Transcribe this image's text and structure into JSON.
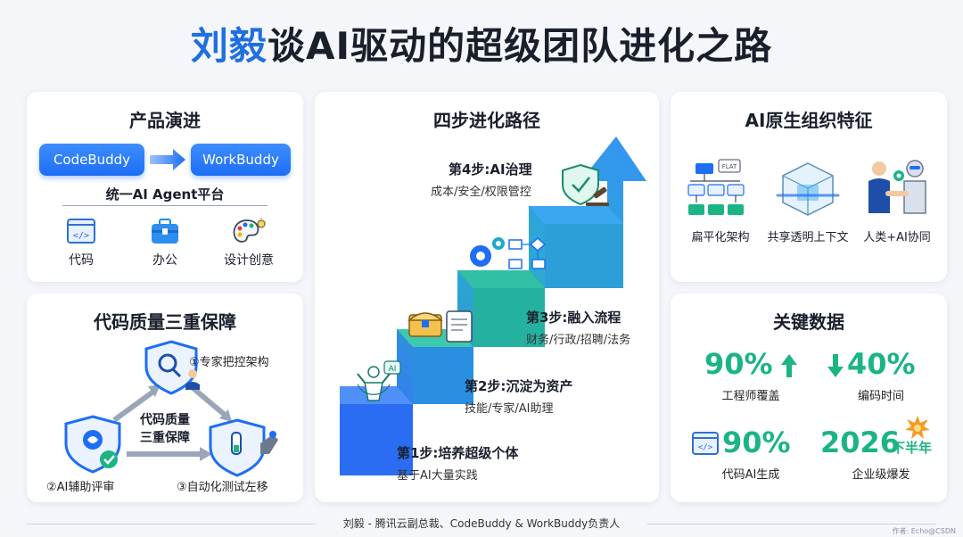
{
  "title": {
    "highlight": "刘毅",
    "rest": "谈AI驱动的超级团队进化之路"
  },
  "product": {
    "title": "产品演进",
    "from": "CodeBuddy",
    "to": "WorkBuddy",
    "platform": "统一AI Agent平台",
    "tools": [
      {
        "label": "代码",
        "icon": "code-icon"
      },
      {
        "label": "办公",
        "icon": "briefcase-icon"
      },
      {
        "label": "设计创意",
        "icon": "palette-icon"
      }
    ]
  },
  "steps": {
    "title": "四步进化路径",
    "items": [
      {
        "title": "第1步:培养超级个体",
        "sub": "基于AI大量实践"
      },
      {
        "title": "第2步:沉淀为资产",
        "sub": "技能/专家/AI助理"
      },
      {
        "title": "第3步:融入流程",
        "sub": "财务/行政/招聘/法务"
      },
      {
        "title": "第4步:AI治理",
        "sub": "成本/安全/权限管控"
      }
    ],
    "ai_tag": "AI"
  },
  "features": {
    "title": "AI原生组织特征",
    "flat_tag": "FLAT",
    "items": [
      {
        "label": "扁平化架构",
        "icon": "org-chart-icon"
      },
      {
        "label": "共享透明上下文",
        "icon": "cube-icon"
      },
      {
        "label": "人类+AI协同",
        "icon": "human-robot-icon"
      }
    ]
  },
  "quality": {
    "title": "代码质量三重保障",
    "center": [
      "代码质量",
      "三重保障"
    ],
    "items": [
      "①专家把控架构",
      "②AI辅助评审",
      "③自动化测试左移"
    ]
  },
  "stats": {
    "title": "关键数据",
    "items": [
      {
        "value": "90%",
        "label": "工程师覆盖",
        "trend": "up"
      },
      {
        "value": "40%",
        "label": "编码时间",
        "trend": "down"
      },
      {
        "value": "90%",
        "label": "代码AI生成",
        "trend": "code"
      },
      {
        "value": "2026",
        "suffix": "下半年",
        "label": "企业级爆发",
        "trend": "burst"
      }
    ]
  },
  "footer": "刘毅 - 腾讯云副总裁、CodeBuddy & WorkBuddy负责人",
  "watermark": "作者: Echo@CSDN",
  "colors": {
    "accent": "#1f6fe0",
    "green": "#1bb485",
    "teal": "#2ec4a2"
  }
}
